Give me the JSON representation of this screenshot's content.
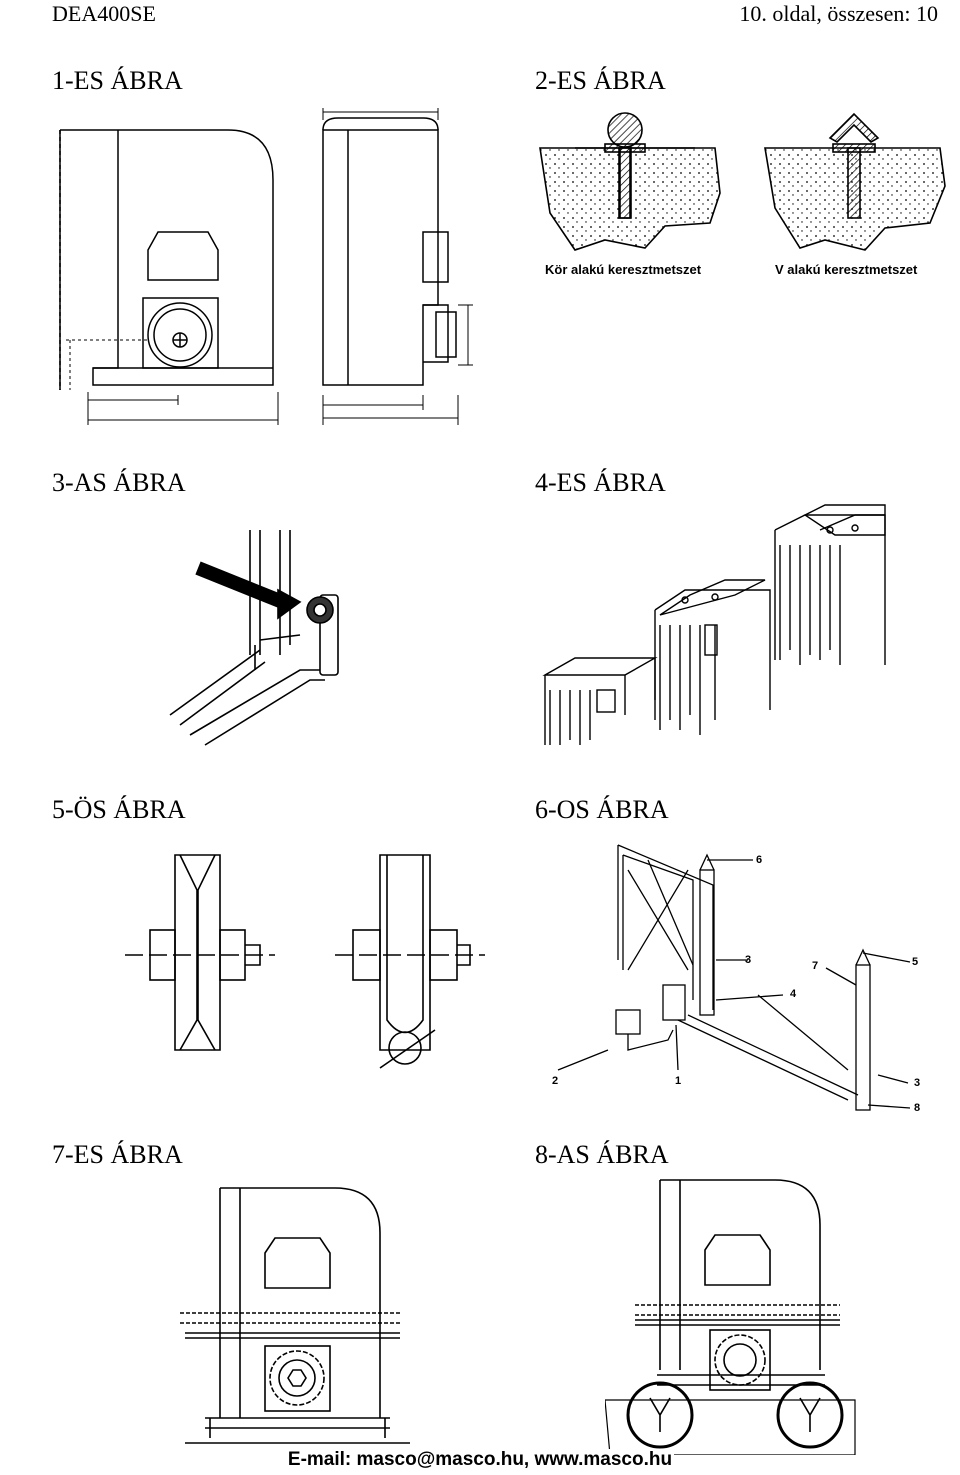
{
  "header": {
    "model": "DEA400SE",
    "page_info": "10. oldal, összesen: 10"
  },
  "figures": [
    {
      "title": "1-ES ÁBRA"
    },
    {
      "title": "2-ES ÁBRA",
      "captions": [
        "Kör alakú keresztmetszet",
        "V alakú keresztmetszet"
      ]
    },
    {
      "title": "3-AS ÁBRA"
    },
    {
      "title": "4-ES ÁBRA"
    },
    {
      "title": "5-ÖS ÁBRA"
    },
    {
      "title": "6-OS ÁBRA",
      "callouts": [
        "6",
        "3",
        "7",
        "5",
        "4",
        "2",
        "1",
        "3",
        "8"
      ]
    },
    {
      "title": "7-ES ÁBRA"
    },
    {
      "title": "8-AS ÁBRA"
    }
  ],
  "footer": {
    "text": "E-mail: masco@masco.hu, www.masco.hu"
  }
}
